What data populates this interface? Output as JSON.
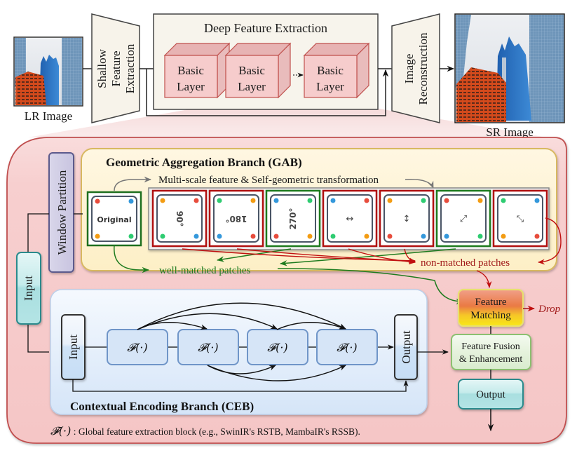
{
  "top": {
    "lr_image_label": "LR Image",
    "sr_image_label": "SR Image",
    "shallow": [
      "Shallow",
      "Feature",
      "Extraction"
    ],
    "deep_title": "Deep Feature Extraction",
    "basic_layers": [
      {
        "line1": "Basic",
        "line2": "Layer"
      },
      {
        "line1": "Basic",
        "line2": "Layer"
      },
      {
        "line1": "Basic",
        "line2": "Layer"
      }
    ],
    "reconstruction": [
      "Image",
      "Reconstruction"
    ]
  },
  "gab": {
    "title": "Geometric Aggregation Branch (GAB)",
    "subtitle": "Multi-scale feature & Self-geometric transformation",
    "window_partition": "Window Partition",
    "original_label": "Original",
    "patches": [
      {
        "label": "90°",
        "icon": "rotate-90",
        "match": "non-matched",
        "dots": [
          "#f39c12",
          "#e74c3c",
          "#2ecc71",
          "#3498db"
        ]
      },
      {
        "label": "180°",
        "icon": "rotate-180",
        "match": "non-matched",
        "dots": [
          "#2ecc71",
          "#f39c12",
          "#3498db",
          "#e74c3c"
        ]
      },
      {
        "label": "270°",
        "icon": "rotate-270",
        "match": "well-matched",
        "dots": [
          "#3498db",
          "#2ecc71",
          "#e74c3c",
          "#f39c12"
        ]
      },
      {
        "label": "↔",
        "icon": "flip-horizontal",
        "match": "non-matched",
        "dots": [
          "#3498db",
          "#e74c3c",
          "#2ecc71",
          "#f39c12"
        ]
      },
      {
        "label": "↕",
        "icon": "flip-vertical",
        "match": "non-matched",
        "dots": [
          "#f39c12",
          "#2ecc71",
          "#e74c3c",
          "#3498db"
        ]
      },
      {
        "label": "⤢",
        "icon": "flip-diagonal",
        "match": "well-matched",
        "dots": [
          "#e74c3c",
          "#f39c12",
          "#3498db",
          "#2ecc71"
        ]
      },
      {
        "label": "⤡",
        "icon": "flip-antidiagonal",
        "match": "non-matched",
        "dots": [
          "#2ecc71",
          "#3498db",
          "#f39c12",
          "#e74c3c"
        ]
      }
    ],
    "original_dots": [
      "#e74c3c",
      "#3498db",
      "#f39c12",
      "#2ecc71"
    ],
    "well_matched": "well-matched patches",
    "non_matched": "non-matched patches"
  },
  "input_label": "Input",
  "ceb": {
    "title": "Contextual Encoding Branch (CEB)",
    "input_label": "Input",
    "output_label": "Output",
    "blocks": [
      "𝓕(·)",
      "𝓕(·)",
      "𝓕(·)",
      "𝓕(·)"
    ]
  },
  "right": {
    "feature_matching": [
      "Feature",
      "Matching"
    ],
    "drop": "Drop",
    "fusion": [
      "Feature Fusion",
      "& Enhancement"
    ],
    "output": "Output"
  },
  "footnote": {
    "symbol": "𝓕(·)",
    "text": " : Global feature extraction block (e.g., SwinIR's RSTB, MambaIR's RSSB)."
  },
  "colors": {
    "well_matched": "#1e7b1e",
    "non_matched": "#b01010",
    "outer_panel": "#f6caca",
    "gab_panel": "#fdf1cf",
    "ceb_panel": "#dce9f9"
  }
}
